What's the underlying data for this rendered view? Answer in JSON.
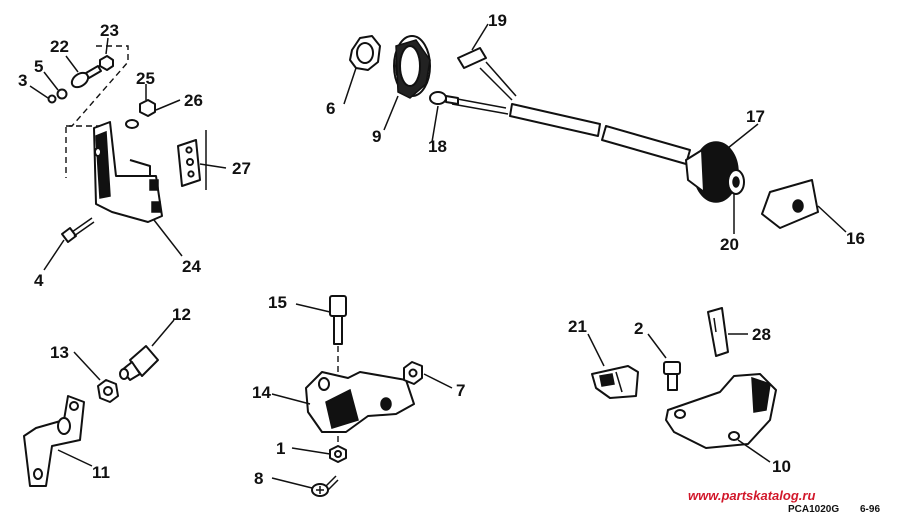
{
  "callouts": {
    "c1": "1",
    "c2": "2",
    "c3": "3",
    "c4": "4",
    "c5": "5",
    "c6": "6",
    "c7": "7",
    "c8": "8",
    "c9": "9",
    "c10": "10",
    "c11": "11",
    "c12": "12",
    "c13": "13",
    "c14": "14",
    "c15": "15",
    "c16": "16",
    "c17": "17",
    "c18": "18",
    "c19": "19",
    "c20": "20",
    "c21": "21",
    "c22": "22",
    "c23": "23",
    "c24": "24",
    "c25": "25",
    "c26": "26",
    "c27": "27",
    "c28": "28"
  },
  "footer": {
    "watermark": "www.partskatalog.ru",
    "drawing_code": "PCA1020G",
    "date_code": "6-96"
  },
  "colors": {
    "ink": "#111111",
    "watermark": "#d2182b",
    "background": "#ffffff"
  }
}
